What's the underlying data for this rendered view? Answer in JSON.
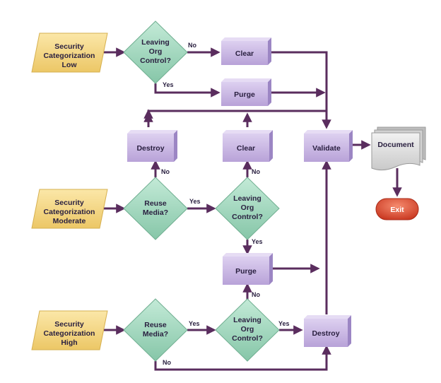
{
  "inputs": {
    "low": [
      "Security",
      "Categorization",
      "Low"
    ],
    "moderate": [
      "Security",
      "Categorization",
      "Moderate"
    ],
    "high": [
      "Security",
      "Categorization",
      "High"
    ]
  },
  "decisions": {
    "leaving_org": [
      "Leaving",
      "Org",
      "Control?"
    ],
    "reuse_media": [
      "Reuse",
      "Media?"
    ]
  },
  "processes": {
    "clear": "Clear",
    "purge": "Purge",
    "destroy": "Destroy",
    "validate": "Validate"
  },
  "outputs": {
    "document": "Document",
    "exit": "Exit"
  },
  "edge_labels": {
    "yes": "Yes",
    "no": "No"
  },
  "colors": {
    "input_fill": "#f6d98a",
    "decision_fill": "#a9dcc4",
    "process_fill": "#c8b6e2",
    "process_side": "#9c86c4",
    "flow_line": "#5a2d5e",
    "document_fill": "#e2e2e2",
    "exit_fill": "#e0513a"
  }
}
